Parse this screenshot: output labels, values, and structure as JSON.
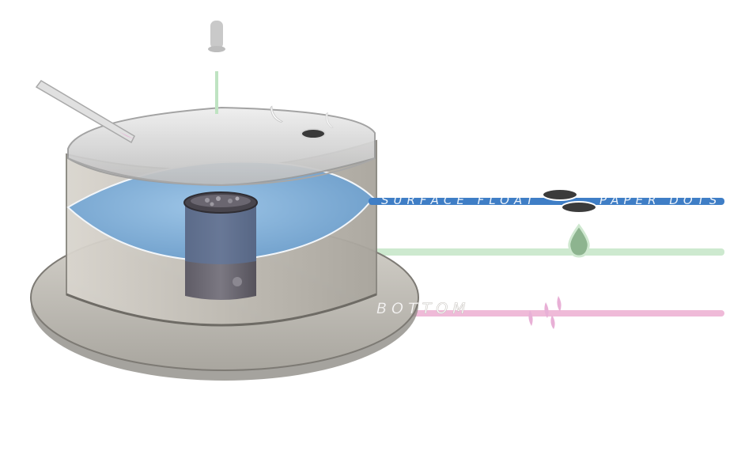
{
  "labels": {
    "surface": "SURFACE FLOAT",
    "paper_dots": "PAPER DOTS",
    "bottom": "BOTTOM"
  },
  "colors": {
    "surface_line": "#3f7ec6",
    "middle_line": "#cde9cf",
    "bottom_line": "#efbad8",
    "water": "#8fb7da",
    "dish": "#c7c4be",
    "cup": "#6d6a73",
    "particles": "#e8b0d6",
    "dropper_tip": "#bfe3c2"
  },
  "icons": {
    "dropper": "dropper-icon",
    "pipette": "pipette-icon",
    "paper_dots": "paper-dot-icon",
    "green_drop": "droplet-icon",
    "pink_particles": "sediment-icon"
  }
}
